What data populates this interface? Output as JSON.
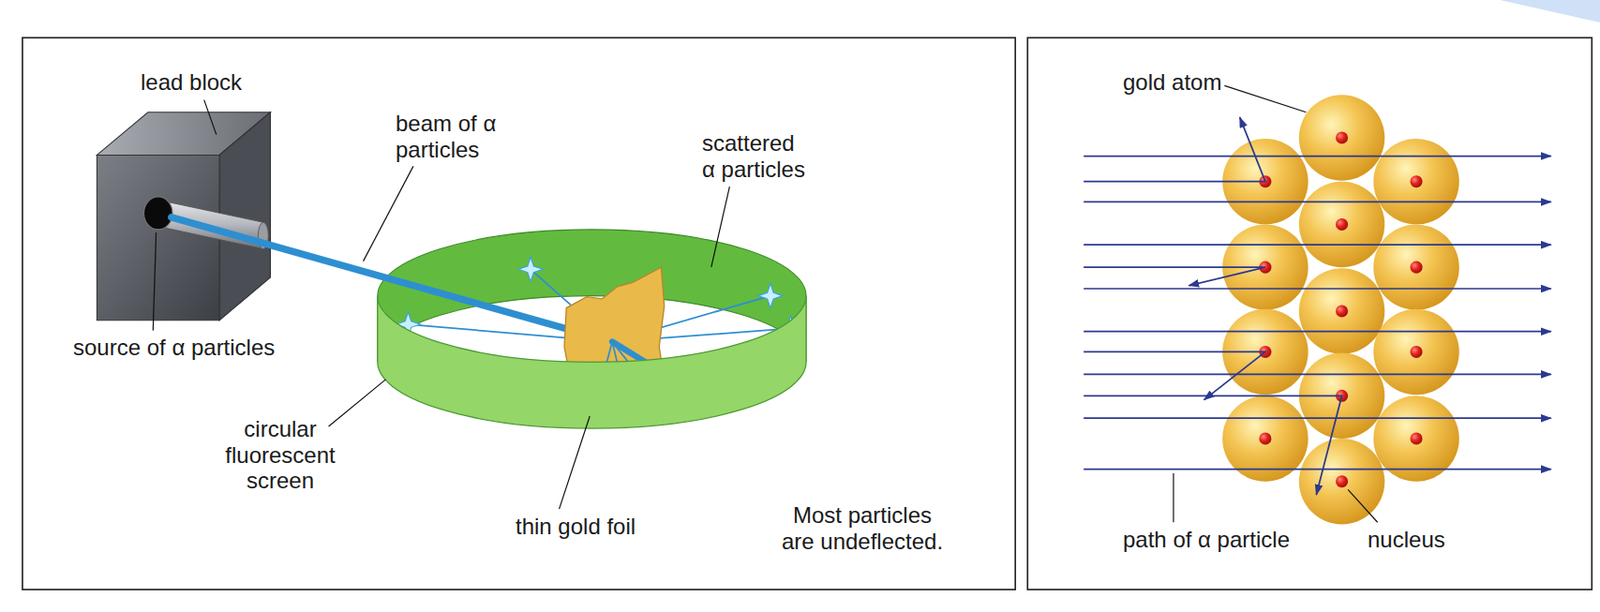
{
  "diagram": {
    "labels": [
      "lead block",
      "beam of α particles",
      "scattered α particles",
      "source of α particles",
      "circular fluorescent screen",
      "thin gold foil",
      "Most particles are undeflected.",
      "gold atom",
      "path of α particle",
      "nucleus"
    ]
  }
}
